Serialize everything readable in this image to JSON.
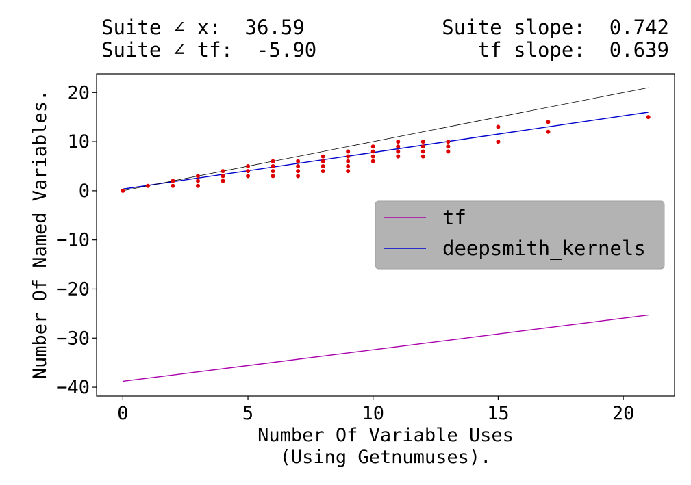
{
  "header": {
    "line1_left": "Suite ∠ x:  36.59",
    "line2_left": "Suite ∠ tf:  -5.90",
    "line1_right": "Suite slope:  0.742",
    "line2_right": "tf slope:  0.639"
  },
  "chart_data": {
    "type": "scatter",
    "xlabel": "Number Of Variable Uses\n(Using Getnumuses).",
    "xlabel_lines": [
      "Number Of Variable Uses",
      "(Using Getnumuses)."
    ],
    "ylabel": "Number Of Named Variables.",
    "xlim": [
      -1.05,
      22.05
    ],
    "ylim": [
      -41.8,
      23.8
    ],
    "xticks": [
      0,
      5,
      10,
      15,
      20
    ],
    "xtick_labels": [
      "0",
      "5",
      "10",
      "15",
      "20"
    ],
    "yticks": [
      20,
      10,
      0,
      -10,
      -20,
      -30,
      -40
    ],
    "ytick_labels": [
      "20",
      "10",
      "0",
      "−10",
      "−20",
      "−30",
      "−40"
    ],
    "grid": false,
    "legend": {
      "position": "center-right",
      "entries": [
        {
          "label": "tf",
          "color": "#aa00aa"
        },
        {
          "label": "deepsmith_kernels",
          "color": "#0000cc"
        }
      ]
    },
    "lines": [
      {
        "name": "tf",
        "color": "#aa00aa",
        "x": [
          0,
          21
        ],
        "y": [
          -38.8,
          -25.3
        ]
      },
      {
        "name": "deepsmith_kernels",
        "color": "#0000cc",
        "x": [
          0,
          21
        ],
        "y": [
          0.35,
          16.0
        ]
      },
      {
        "name": "",
        "color": "#000000",
        "x": [
          0,
          21
        ],
        "y": [
          0.0,
          21.0
        ]
      }
    ],
    "points_color": "#dd0000",
    "points": [
      [
        0,
        0
      ],
      [
        1,
        1
      ],
      [
        2,
        1
      ],
      [
        2,
        2
      ],
      [
        3,
        1
      ],
      [
        3,
        2
      ],
      [
        3,
        3
      ],
      [
        4,
        2
      ],
      [
        4,
        3
      ],
      [
        4,
        4
      ],
      [
        5,
        3
      ],
      [
        5,
        4
      ],
      [
        5,
        5
      ],
      [
        6,
        3
      ],
      [
        6,
        4
      ],
      [
        6,
        5
      ],
      [
        6,
        6
      ],
      [
        7,
        3
      ],
      [
        7,
        4
      ],
      [
        7,
        5
      ],
      [
        7,
        6
      ],
      [
        8,
        4
      ],
      [
        8,
        5
      ],
      [
        8,
        6
      ],
      [
        8,
        7
      ],
      [
        9,
        4
      ],
      [
        9,
        5
      ],
      [
        9,
        6
      ],
      [
        9,
        7
      ],
      [
        9,
        8
      ],
      [
        10,
        6
      ],
      [
        10,
        7
      ],
      [
        10,
        8
      ],
      [
        10,
        9
      ],
      [
        11,
        7
      ],
      [
        11,
        8
      ],
      [
        11,
        9
      ],
      [
        11,
        10
      ],
      [
        12,
        7
      ],
      [
        12,
        8
      ],
      [
        12,
        9
      ],
      [
        12,
        10
      ],
      [
        13,
        8
      ],
      [
        13,
        9
      ],
      [
        13,
        10
      ],
      [
        15,
        10
      ],
      [
        15,
        13
      ],
      [
        17,
        12
      ],
      [
        17,
        14
      ],
      [
        21,
        15
      ]
    ]
  }
}
